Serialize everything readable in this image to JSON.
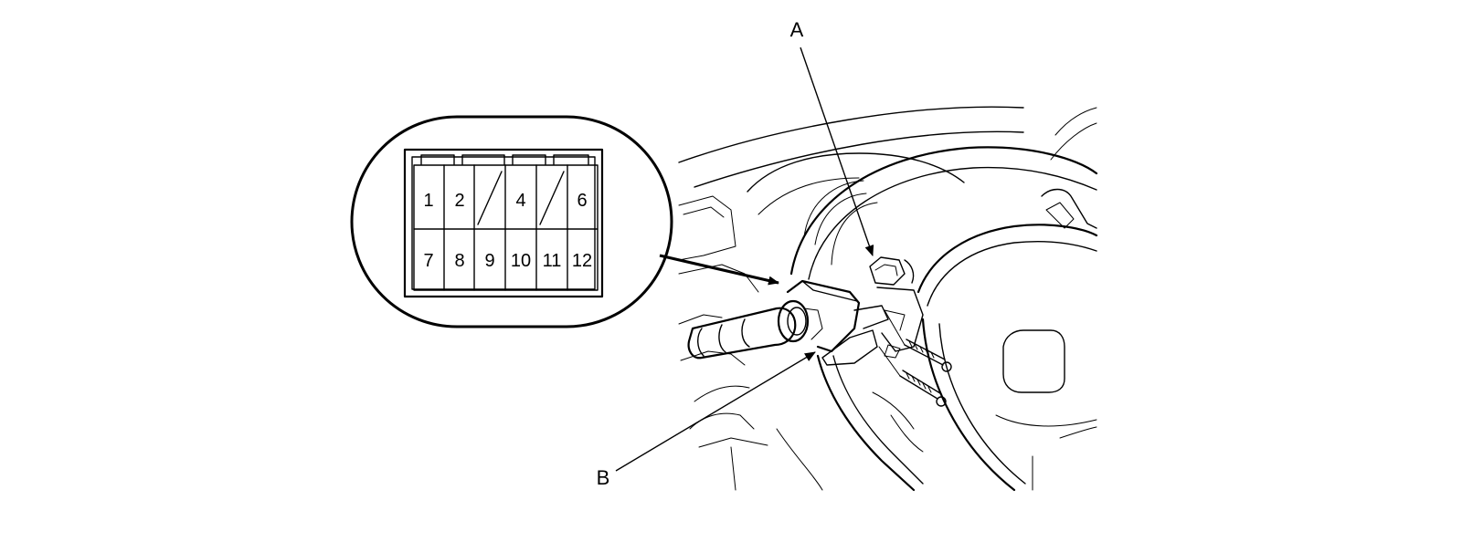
{
  "connector": {
    "pins_top": [
      "1",
      "2",
      "",
      "4",
      "",
      "6"
    ],
    "pins_bottom": [
      "7",
      "8",
      "9",
      "10",
      "11",
      "12"
    ]
  },
  "callouts": {
    "a": "A",
    "b": "B"
  }
}
